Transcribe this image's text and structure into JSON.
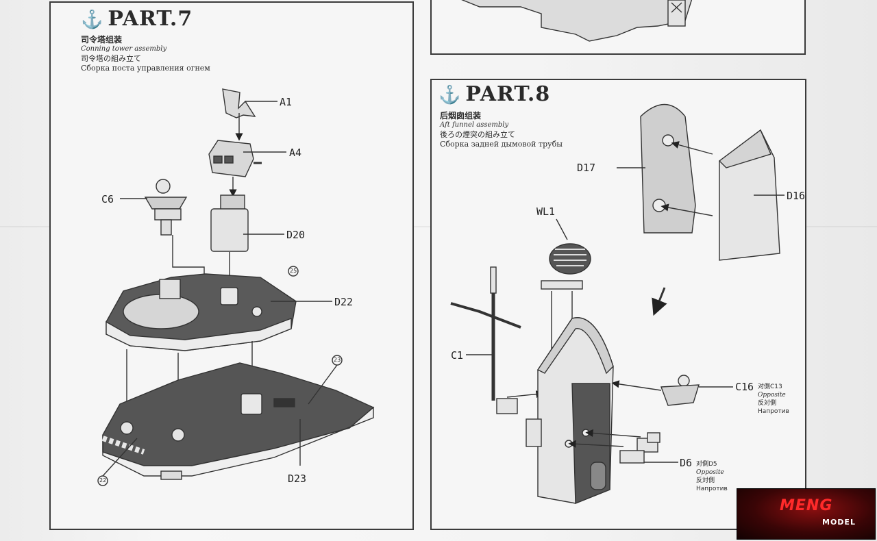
{
  "part7": {
    "title": "PART.7",
    "zh": "司令塔组装",
    "en": "Conning tower assembly",
    "jp": "司令塔の組み立て",
    "ru": "Сборка поста управления огнем",
    "labels": {
      "a1": "A1",
      "a4": "A4",
      "c6": "C6",
      "d20": "D20",
      "d22": "D22",
      "d23": "D23",
      "n25": "25",
      "n23": "23",
      "n22": "22"
    }
  },
  "part8": {
    "title": "PART.8",
    "zh": "后烟囱组装",
    "en": "Aft funnel assembly",
    "jp": "後ろの煙突の組み立て",
    "ru": "Сборка задней дымовой трубы",
    "labels": {
      "d17": "D17",
      "d16": "D16",
      "wl1": "WL1",
      "c1": "C1",
      "c16": "C16",
      "d6": "D6"
    },
    "c16_note": {
      "tag": "对側C13",
      "en": "Opposite",
      "zh": "反対側",
      "ru": "Напротив"
    },
    "d6_note": {
      "tag": "对側D5",
      "en": "Opposite",
      "zh": "反対側",
      "ru": "Напротив"
    }
  },
  "logo": {
    "brand": "MENG",
    "model": "MODEL"
  }
}
